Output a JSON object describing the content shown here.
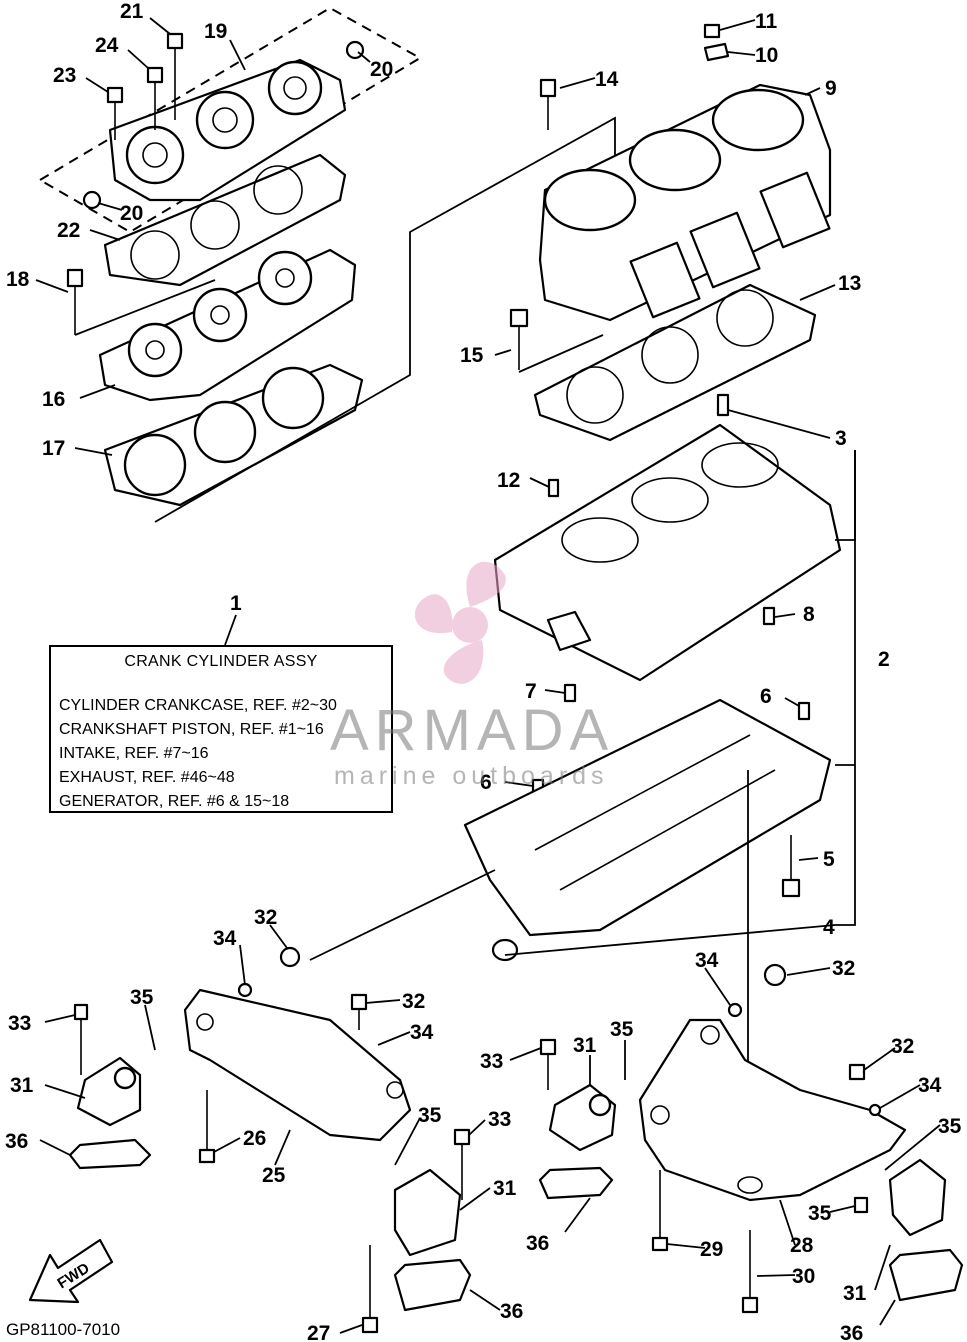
{
  "legend": {
    "ref_number": "1",
    "title": "CRANK CYLINDER ASSY",
    "rows": [
      "CYLINDER CRANKCASE, REF. #2~30",
      "CRANKSHAFT PISTON,   REF. #1~16",
      "INTAKE,    REF. #7~16",
      "EXHAUST, REF.  #46~48",
      "GENERATOR, REF. #6 & 15~18"
    ]
  },
  "watermark": {
    "brand": "ARMADA",
    "tagline": "marine outboards"
  },
  "diagram_code": "GP81100-7010",
  "fwd_label": "FWD",
  "callouts": {
    "c2": "2",
    "c3": "3",
    "c4": "4",
    "c5": "5",
    "c6a": "6",
    "c6b": "6",
    "c7": "7",
    "c8": "8",
    "c9": "9",
    "c10": "10",
    "c11": "11",
    "c12": "12",
    "c13": "13",
    "c14": "14",
    "c15": "15",
    "c16": "16",
    "c17": "17",
    "c18": "18",
    "c19": "19",
    "c20a": "20",
    "c20b": "20",
    "c21": "21",
    "c22": "22",
    "c23": "23",
    "c24": "24",
    "c25": "25",
    "c26": "26",
    "c27": "27",
    "c28": "28",
    "c29": "29",
    "c30": "30",
    "c31a": "31",
    "c31b": "31",
    "c31c": "31",
    "c31d": "31",
    "c32a": "32",
    "c32b": "32",
    "c32c": "32",
    "c32d": "32",
    "c33a": "33",
    "c33b": "33",
    "c33c": "33",
    "c34a": "34",
    "c34b": "34",
    "c34c": "34",
    "c34d": "34",
    "c35a": "35",
    "c35b": "35",
    "c35c": "35",
    "c35d": "35",
    "c35e": "35",
    "c36a": "36",
    "c36b": "36",
    "c36c": "36",
    "c36d": "36"
  }
}
